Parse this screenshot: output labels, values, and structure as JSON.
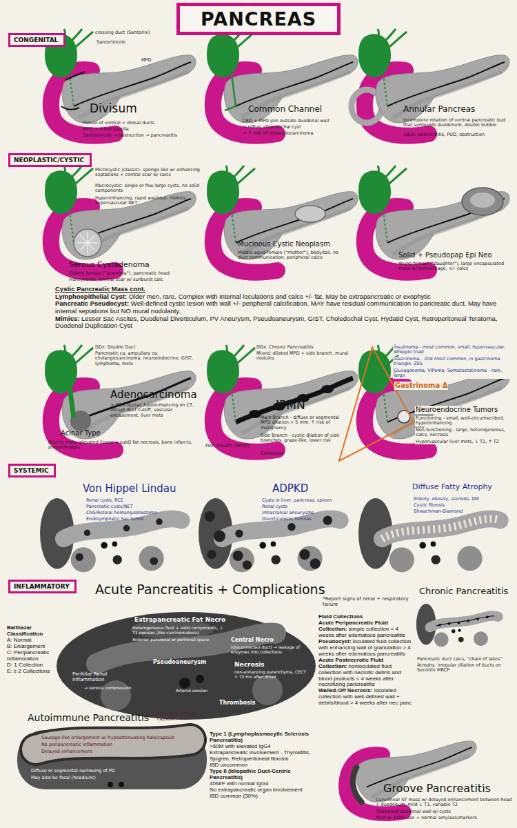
{
  "diagram": {
    "title": "PANCREAS",
    "nodes": [
      {
        "text": [
          "CONGENITAL"
        ]
      },
      {
        "text": [
          "NEOPLASTIC/CYSTIC"
        ]
      },
      {
        "text": [
          "SYSTEMIC"
        ]
      },
      {
        "text": [
          "INFLAMMATORY"
        ]
      }
    ],
    "labels": [
      "crossing duct (Santorini)",
      "MPD",
      "Santorinicele",
      "Divisum",
      "Failure of ventral + dorsal ducts",
      "MPD → minor papilla",
      "Santorinicele → obstruction → pancreatitis",
      "Common Channel",
      "CBD + MPD join outside duodenal wall",
      "→ reflux, choledochal cyst",
      "→ ↑ risk of cholangiocarcinoma",
      "Annular Pancreas",
      "Incomplete rotation of ventral pancreatic bud that surrounds duodenum, double bubble",
      "adult: pancreatitis, PUD, obstruction",
      "Microcystic (classic): sponge-like w/ enhancing septations + central scar w/ calcs",
      "Macrocystic: single or few large cysts, no solid components",
      "Hyperenhancing, rapid washout, mimics hypervascular NET",
      "Serous Cystadenoma",
      "Elderly female (\"grandma\"), pancreatic head",
      "Honeycomb, central scar w/ sunburst calc",
      "Mucinous Cystic Neoplasm",
      "Middle-aged female (\"mother\"), body/tail, no duct communication, peripheral calcs",
      "Solid + Pseudopap Epi Neo",
      "Young female (\"daughter\"), large encapsulated mass w/ hemorrhage, +/- calcs",
      "Cystic Pancreatic Mass cont.",
      "Lymphoepithelial Cyst:",
      "Older men, rare. Complex with internal loculations and calcs +/- fat. May be extrapancreatic or exophytic",
      "Pancreatic Pseudocyst:",
      "Well-defined cystic lesion with wall +/- peripheral calcification. MAY have residual communication to pancreatic duct. May have internal septations but NO mural nodularity.",
      "Mimics:",
      "Lesser Sac Ascites, Duodenal Diverticulum, PV Aneurysm, Pseudoaneurysm, GIST, Choledochal Cyst, Hydatid Cyst, Retroperitoneal Teratoma, Duodenal Duplication Cyst",
      "DDx: Double Duct",
      "Pancreatic ca, ampullary ca, cholangiocarcinoma, neuroendocrine, GIST, lymphoma, mets",
      "Adenocarcinoma",
      "> 80% ductal, hypoenhancing on CT, abrupt duct cutoff, vascular encasement, liver mets",
      "Acinar Type",
      "Elderly male, elevated lipase → subQ fat necrosis, bone infarcts, polyarthralgia",
      "DDx: Chronic Pancreatitis",
      "Mixed: dilated MPD + side branch, mural nodules",
      "IPMN",
      "Main Branch - diffuse or segmental MPD dilation > 5 mm, ↑ risk of malignancy",
      "Side Branch - cystic dilation of side branches, grape-like, lower risk",
      "Combined",
      "Fish mouth (ERCP)",
      "Insulinoma - most common, small, hypervascular, Whipple triad",
      "Gastrinoma - 2nd most common, in gastrinoma triangle, ZES",
      "Glucagonoma, VIPoma, Somatostatinoma - rare, large",
      "Gastrinoma Δ",
      "Neuroendocrine Tumors",
      "Functioning - small, well-circumscribed, hyperenhancing",
      "Non-functioning - large, heterogeneous, calcs, necrosis",
      "Hypervascular liver mets, ↓ T1, ↑ T2",
      "Von Hippel Lindau",
      "Renal cysts, RCC",
      "Pancreatic cysts/NET",
      "CNS/Retinal hemangioblastoma",
      "Endolymphatic Sac tumor",
      "ADPKD",
      "Cysts in liver, pancreas, spleen",
      "Renal cysts",
      "Intracranial aneurysms",
      "Diverticulosis, hernias",
      "Diffuse Fatty Atrophy",
      "Elderly, obesity, steroids, DM",
      "Cystic fibrosis",
      "Shwachman-Diamond",
      "Acute Pancreatitis + Complications",
      "*Report signs of renal + respiratory failure",
      "Extrapancreatic Fat Necro",
      "Heterogeneous fluid + solid components, ↓ T1 nodules (like carcinomatosis)",
      "Anterior pararenal or perirenal space",
      "Central Necro",
      "(disconnected duct) → leakage of enzymes into collections",
      "Perihilar Renal Inflammation",
      "→ venous compression",
      "Pseudoaneurysm",
      "Necrosis",
      "non-enhancing parenchyma, CECT > 72 hrs after onset",
      "Arterial erosion",
      "Thrombosis",
      "Balthazar Classification",
      "A: Normal",
      "B: Enlargement",
      "C: Peripancreatic Inflammation",
      "D: 1 Collection",
      "E: ≥ 2 Collections",
      "Fluid Collections",
      "Acute Peripancreatic Fluid Collection:",
      "simple collection < 4 weeks after edematous pancreatitis",
      "Pseudocyst:",
      "loculated fluid collection with enhancing wall of granulation > 4 weeks after edematous pancreatitis",
      "Acute Postnecrotic Fluid Collection:",
      "nonloculated fluid collection with necrotic debris and blood products < 4 weeks after necrotizing pancreatitis",
      "Walled-Off Necrosis:",
      "loculated collection with well-defined wall + debris/blood > 4 weeks after nec panc",
      "Chronic Pancreatitis",
      "Pancreatic duct calcs, \"chain of lakes\"",
      "Atrophy, irregular dilation of ducts on Secretin MRCP",
      "Autoimmune Pancreatitis",
      "T1↓, T2↑ w/ ↓ T2 capsule",
      "Sausage-like enlargement w/ hypoattenuating halo/capsule",
      "No peripancreatic inflammation",
      "Delayed enhancement",
      "Diffuse or segmental narrowing of PD",
      "May also be focal (head/unc)",
      "Type 1 (Lymphoplasmacytic Sclerosis Pancreatitis)",
      ">60M with elevated IgG4",
      "Extrapancreatic involvement - Thyroiditis, Sjogren, Retroperitoneal fibrosis",
      "IBD uncommon",
      "Type II (Idiopathic Duct-Centric Pancreatitis)",
      "40M/F with normal IgG4",
      "No extrapancreatic organ involvement",
      "IBD common (30%)",
      "Groove Pancreatitis",
      "Curvilinear ST mass w/ delayed enhancement between head + duodenum, mild ↓ T1, variable T2",
      "Thickened duodenal wall w/ cysts",
      "men w/ EtOH use + normal amylase/markers"
    ]
  }
}
